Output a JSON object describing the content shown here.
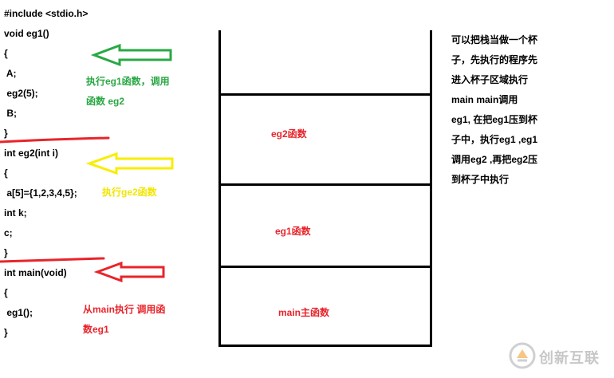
{
  "code": {
    "lines": [
      "#include <stdio.h>",
      "void eg1()",
      "{",
      " A;",
      " eg2(5);",
      " B;",
      "}",
      "int eg2(int i)",
      "{",
      " a[5]={1,2,3,4,5};",
      "int k;",
      "c;",
      "}",
      "int main(void)",
      "{",
      " eg1();",
      "}"
    ]
  },
  "annotations": {
    "eg1_note": "执行eg1函数，调用\n函数 eg2",
    "eg2_note": "执行ge2函数",
    "main_note": "从main执行 调用函\n数eg1"
  },
  "stack": {
    "frames": [
      "eg2函数",
      "eg1函数",
      "main主函数"
    ]
  },
  "explanation": "可以把栈当做一个杯\n子，先执行的程序先\n进入杯子区域执行\nmain main调用\neg1, 在把eg1压到杯\n子中，执行eg1 ,eg1\n调用eg2 ,再把eg2压\n到杯子中执行",
  "watermark": {
    "text": "创新互联",
    "icon": "brand-logo-icon"
  },
  "colors": {
    "green_arrow": "#2aa845",
    "yellow_arrow": "#f7ee00",
    "red_arrow": "#e8242b"
  }
}
